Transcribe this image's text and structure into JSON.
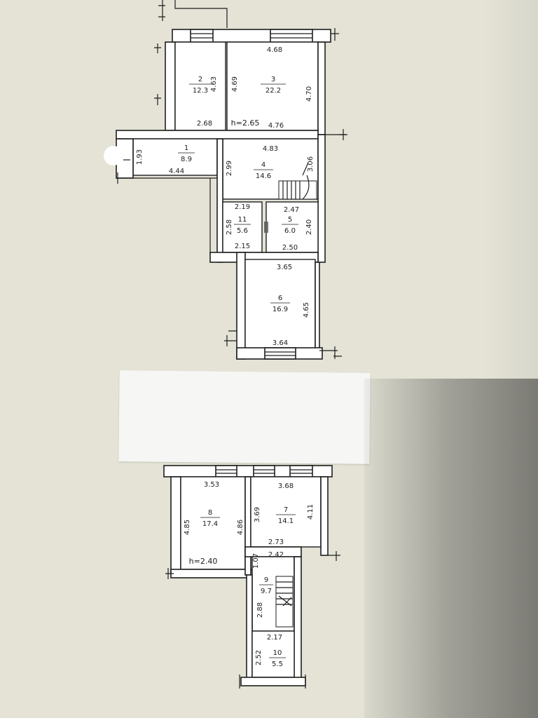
{
  "floor1": {
    "height_label": "h=2.65",
    "rooms": [
      {
        "id": "2",
        "number": "2",
        "area": "12.3"
      },
      {
        "id": "3",
        "number": "3",
        "area": "22.2"
      },
      {
        "id": "1",
        "number": "1",
        "area": "8.9"
      },
      {
        "id": "4",
        "number": "4",
        "area": "14.6"
      },
      {
        "id": "11",
        "number": "11",
        "area": "5.6"
      },
      {
        "id": "5",
        "number": "5",
        "area": "6.0"
      },
      {
        "id": "6",
        "number": "6",
        "area": "16.9"
      }
    ],
    "dimensions": [
      "4.68",
      "4.63",
      "4.69",
      "4.70",
      "2.68",
      "4.76",
      "1.93",
      "4.44",
      "4.83",
      "2.99",
      "3.06",
      "2.19",
      "2.47",
      "2.58",
      "2.40",
      "2.15",
      "2.50",
      "3.65",
      "4.65",
      "3.64"
    ]
  },
  "floor2": {
    "height_label": "h=2.40",
    "rooms": [
      {
        "id": "8",
        "number": "8",
        "area": "17.4"
      },
      {
        "id": "7",
        "number": "7",
        "area": "14.1"
      },
      {
        "id": "9",
        "number": "9",
        "area": "9.7"
      },
      {
        "id": "10",
        "number": "10",
        "area": "5.5"
      }
    ],
    "dimensions": [
      "3.53",
      "3.68",
      "4.85",
      "4.86",
      "3.69",
      "4.11",
      "2.73",
      "2.42",
      "1.07",
      "2.88",
      "2.17",
      "2.52"
    ]
  }
}
